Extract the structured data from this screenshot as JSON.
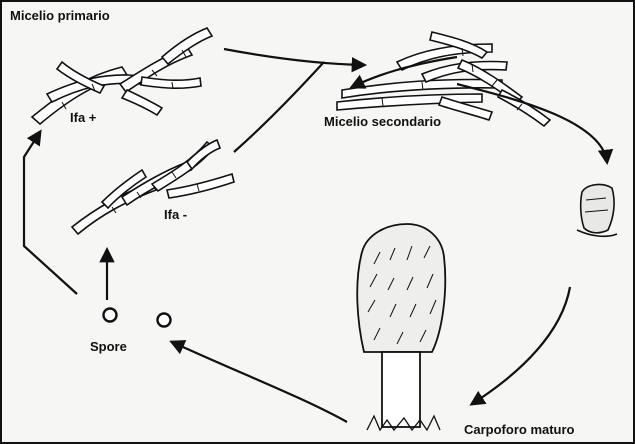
{
  "labels": {
    "primary_mycelium": "Micelio primario",
    "hypha_plus": "Ifa +",
    "hypha_minus": "Ifa -",
    "secondary_mycelium": "Micelio secondario",
    "spores": "Spore",
    "mature_fruiting_body": "Carpoforo maturo"
  },
  "colors": {
    "ink": "#111111",
    "paper": "#f6f6f4"
  }
}
